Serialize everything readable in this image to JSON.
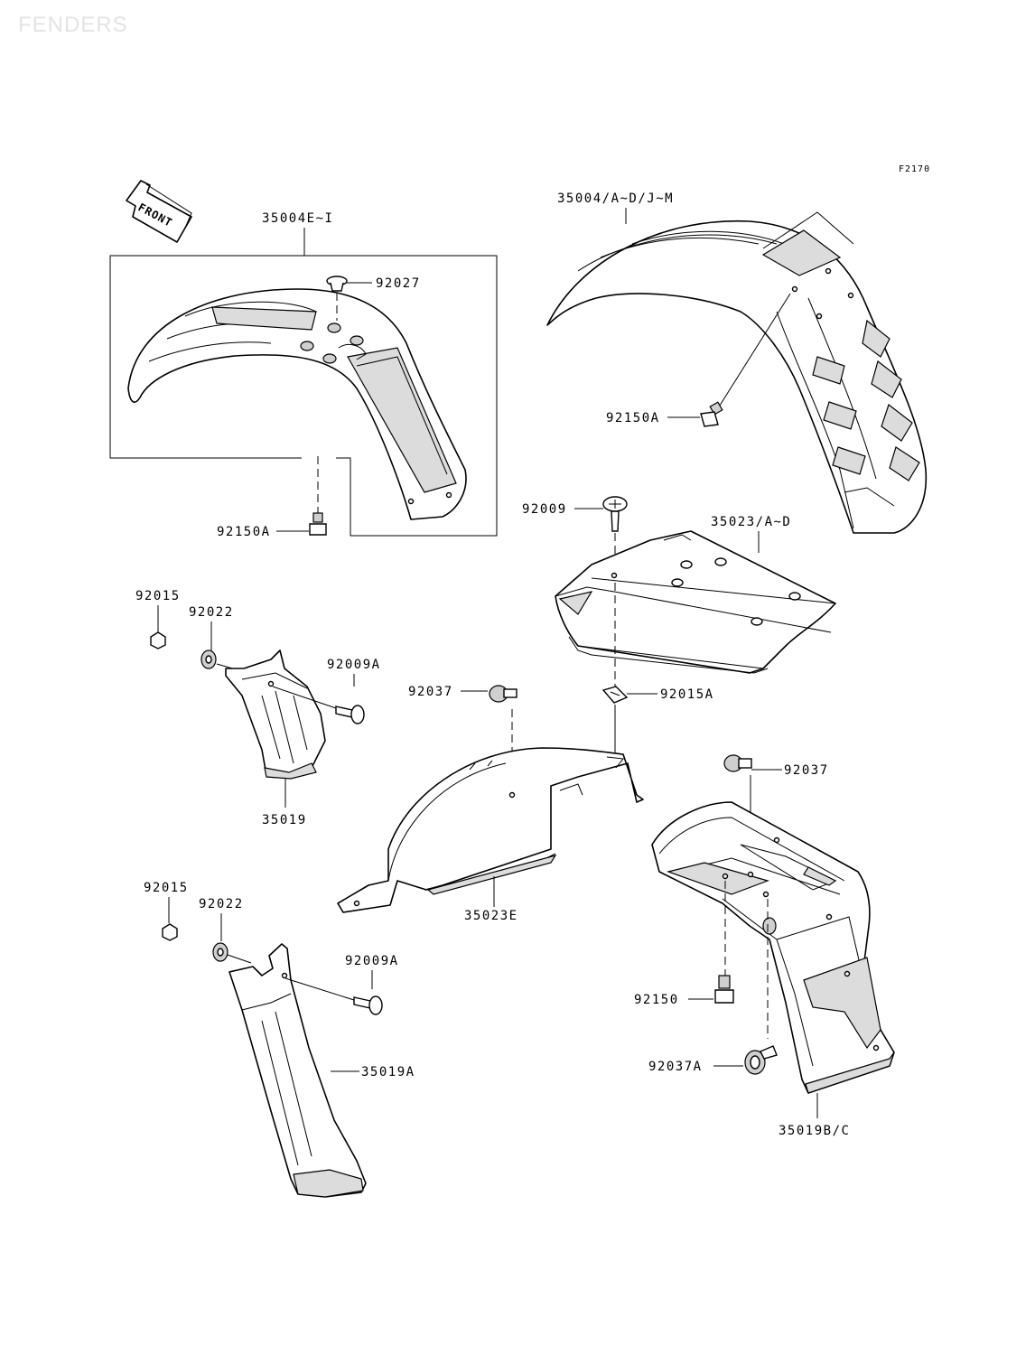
{
  "watermark": "FENDERS",
  "figure_code": "F2170",
  "front_arrow": {
    "label": "FRONT",
    "icon": "front-arrow-icon"
  },
  "labels": {
    "p35004e_i": "35004E~I",
    "p92027": "92027",
    "p92150a_1": "92150A",
    "p35004_adjm": "35004/A~D/J~M",
    "p92150a_2": "92150A",
    "p92009": "92009",
    "p35023_ad": "35023/A~D",
    "p92015_1": "92015",
    "p92022_1": "92022",
    "p92009a_1": "92009A",
    "p35019": "35019",
    "p92037_1": "92037",
    "p92015a": "92015A",
    "p92037_2": "92037",
    "p35023e": "35023E",
    "p92015_2": "92015",
    "p92022_2": "92022",
    "p92009a_2": "92009A",
    "p35019a": "35019A",
    "p92150": "92150",
    "p92037a": "92037A",
    "p35019bc": "35019B/C"
  }
}
